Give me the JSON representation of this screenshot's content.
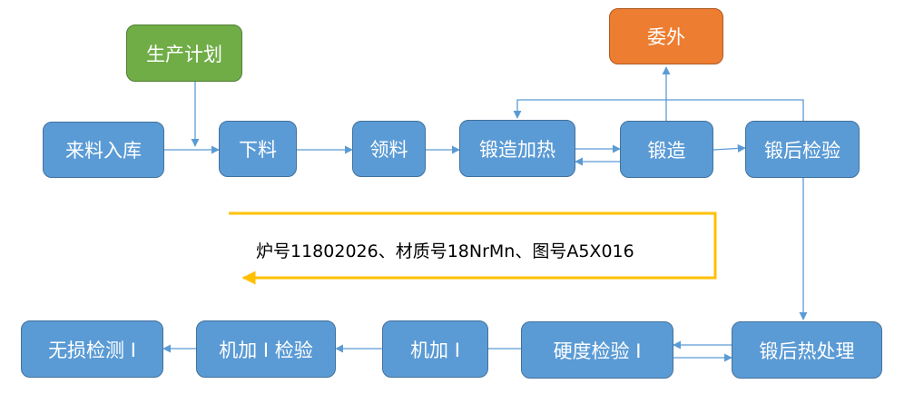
{
  "nodes": {
    "incoming": "来料入库",
    "cutting": "下料",
    "material_pick": "领料",
    "forge_heating": "锻造加热",
    "forging": "锻造",
    "post_forge_inspection": "锻后检验",
    "production_plan": "生产计划",
    "outsourcing": "委外",
    "post_forge_heat_treatment": "锻后热处理",
    "hardness_inspection": "硬度检验 I",
    "machining": "机加 I",
    "machining_inspection": "机加 I 检验",
    "ndt": "无损检测 I"
  },
  "annotation": "炉号11802026、材质号18NrMn、图号A5X016",
  "colors": {
    "process_box": "#5b9bd5",
    "plan_box": "#70ad47",
    "outsource_box": "#ed7d31",
    "connector": "#5b9bd5",
    "annotation_arrow": "#ffc000"
  }
}
